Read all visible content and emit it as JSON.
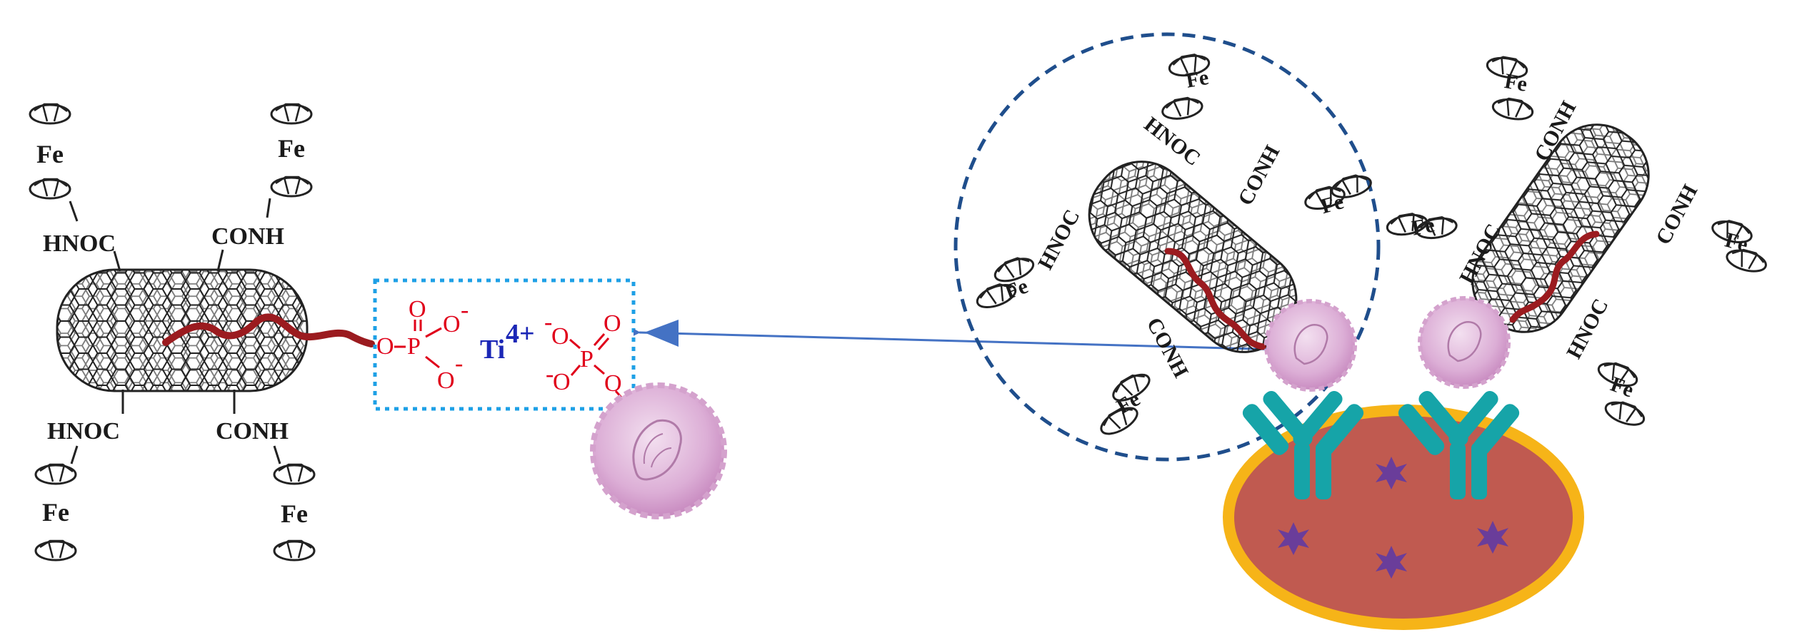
{
  "left_assembly": {
    "ferrocene_metal": "Fe",
    "amide_labels": [
      "HNOC",
      "CONH",
      "HNOC",
      "CONH"
    ]
  },
  "linker_box": {
    "phosphate_left": {
      "oxygen_top": "O",
      "oxygen_right": "O",
      "oxygen_right_charge": "-",
      "oxygen_bottom": "O",
      "oxygen_bottom_charge": "-",
      "phosphorus": "P",
      "bridge_oxygen": "O"
    },
    "titanium": "Ti",
    "titanium_charge": "4+",
    "phosphate_right": {
      "oxygen_left": "O",
      "oxygen_left_charge": "-",
      "oxygen_top": "O",
      "oxygen_bottom": "O",
      "oxygen_bottom_charge": "-",
      "phosphorus": "P",
      "bridge_oxygen": "O"
    }
  },
  "right_assembly": {
    "ferrocene_metal": "Fe",
    "amide_labels": [
      "HNOC",
      "CONH",
      "HNOC",
      "CONH",
      "CONH",
      "HNOC",
      "CONH",
      "HNOC"
    ]
  },
  "colors": {
    "phosphate": "#e0001a",
    "titanium": "#1b27b6",
    "linker_box_border": "#1ea0e6",
    "zoom_circle": "#1f4e8c",
    "arrow": "#4472c4",
    "peptide_chain": "#9b1b1f",
    "exosome": "#d9a6d1",
    "antibody": "#16a4a8",
    "cell_body": "#c05a50",
    "cell_membrane": "#f6b418",
    "cell_marker": "#6a3d9a"
  },
  "icons": [
    "ferrocene-icon",
    "carbon-nanotube-icon",
    "exosome-icon",
    "antibody-icon",
    "cell-icon",
    "star-marker-icon"
  ]
}
